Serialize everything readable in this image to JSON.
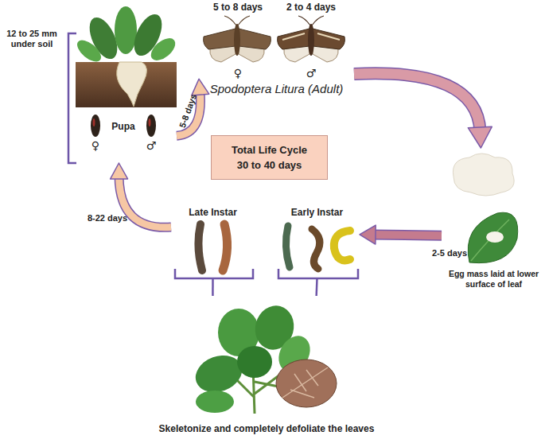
{
  "diagram": {
    "nodes": [
      {
        "text": [
          "Spodoptera Litura (Adult)"
        ]
      },
      {
        "text": [
          "5 to 8 days",
          "♀"
        ],
        "in": 0
      },
      {
        "text": [
          "2 to 4 days",
          "♂"
        ],
        "in": 0
      },
      {
        "text": [
          "Egg mass laid at lower surface of leaf"
        ]
      },
      {
        "text": [
          "Late Instar"
        ]
      },
      {
        "text": [
          "Early Instar"
        ]
      },
      {
        "text": [
          "Pupa",
          "♀",
          "♂"
        ]
      },
      {
        "text": [
          "Total Life Cycle",
          "30 to 40 days"
        ]
      },
      {
        "text": [
          "Skeletonize and completely defoliate the leaves"
        ]
      }
    ],
    "edges": [
      {
        "from": 6,
        "to": 0,
        "arrow": "to",
        "label": "5-8 days"
      },
      {
        "from": 0,
        "to": 3,
        "arrow": "to"
      },
      {
        "from": 3,
        "to": 5,
        "arrow": "to",
        "label": "2-5 days"
      },
      {
        "from": 4,
        "to": 6,
        "arrow": "to",
        "label": "8-22 days"
      },
      {
        "from": 4,
        "to": 8,
        "arrow": "none"
      },
      {
        "from": 5,
        "to": 8,
        "arrow": "none"
      }
    ],
    "labels": [
      "12 to 25 mm under soil"
    ]
  }
}
